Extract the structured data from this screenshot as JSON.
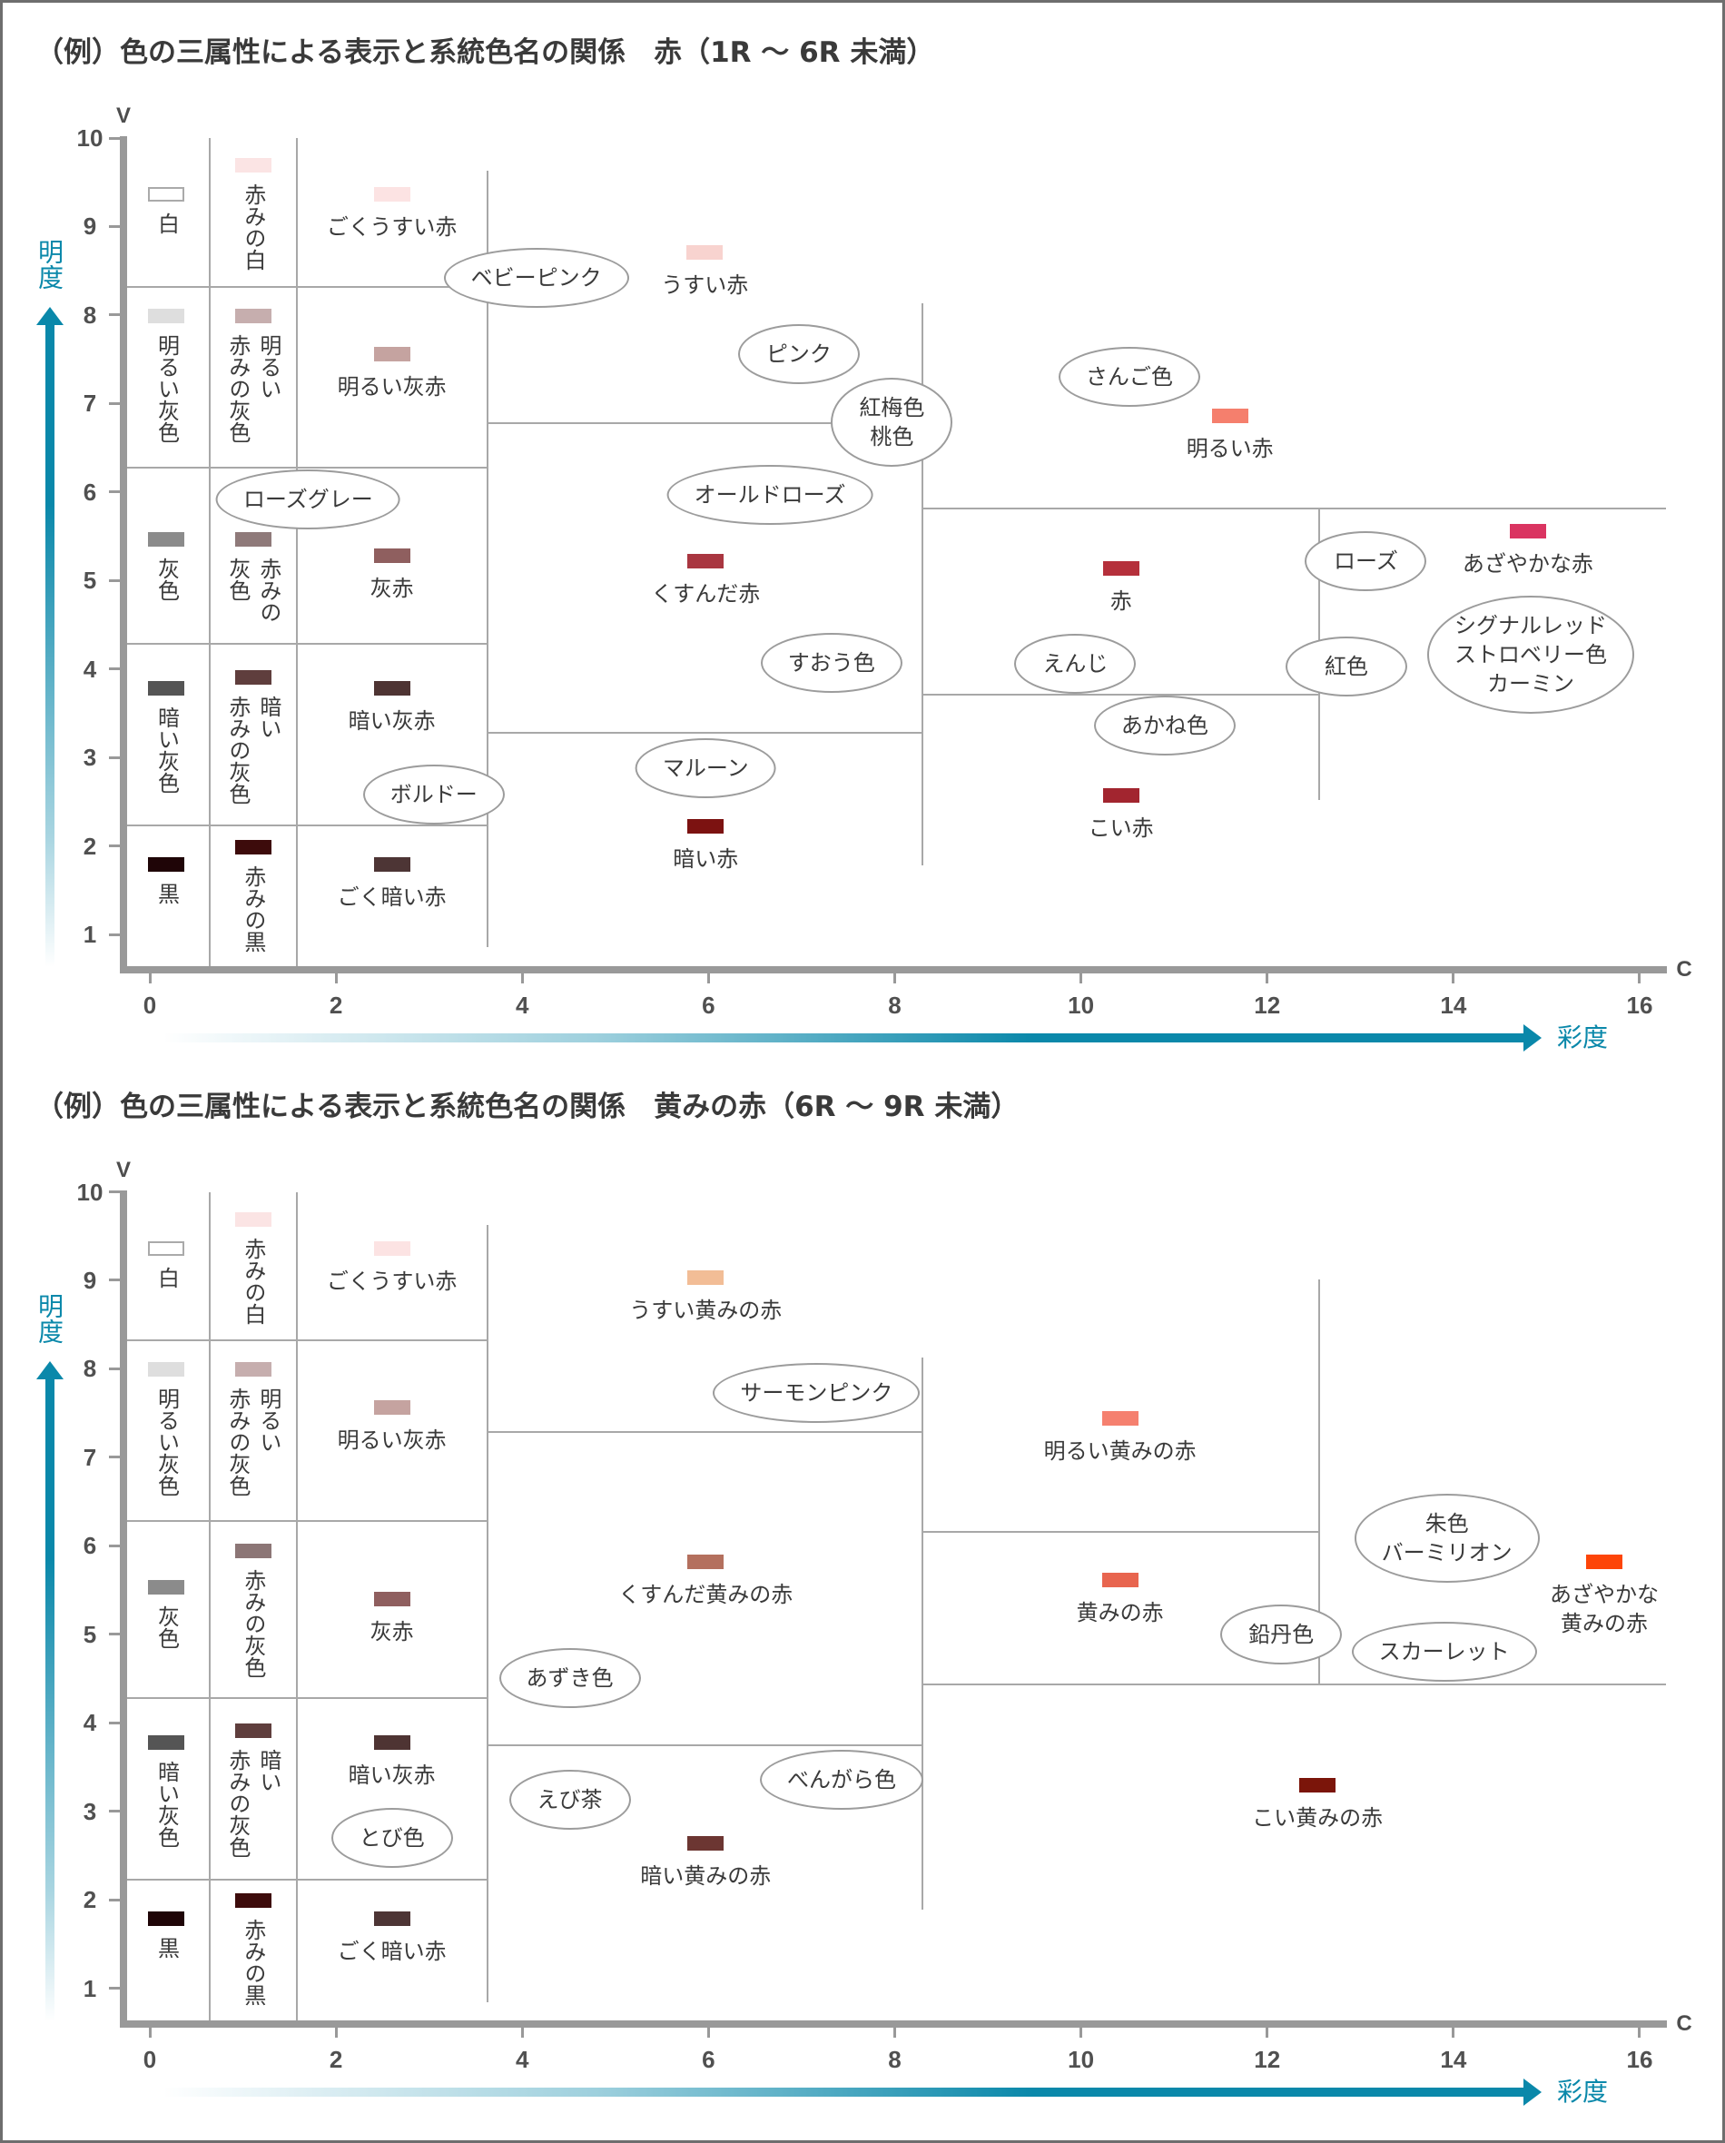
{
  "colors": {
    "accent": "#0a88aa",
    "axis": "#999999",
    "region_line": "#a8a8a8",
    "label_text": "#3a3a3a",
    "ellipse_border": "#9c9c9c",
    "page_border": "#6e6e6e"
  },
  "chart_data": [
    {
      "type": "scatter",
      "title": "（例）色の三属性による表示と系統色名の関係　赤（1R ～ 6R 未満）",
      "xlabel": "彩度",
      "ylabel": "明度",
      "x_axis": {
        "symbol": "C",
        "name": "彩度",
        "ticks": [
          0,
          2,
          4,
          6,
          8,
          10,
          12,
          14,
          16
        ],
        "range": [
          -0.28,
          16.28
        ]
      },
      "y_axis": {
        "symbol": "V",
        "name": "明度",
        "ticks": [
          1,
          2,
          3,
          4,
          5,
          6,
          7,
          8,
          9,
          10
        ],
        "range": [
          0.61,
          10
        ]
      },
      "grid": false,
      "region_boundaries": [
        {
          "orient": "v",
          "c": 0.64,
          "v_from": null,
          "v_to": 10
        },
        {
          "orient": "v",
          "c": 1.58,
          "v_from": null,
          "v_to": 10
        },
        {
          "orient": "v",
          "c": 3.63,
          "v_from": 0.86,
          "v_to": 9.63
        },
        {
          "orient": "v",
          "c": 8.3,
          "v_from": 1.78,
          "v_to": 8.13
        },
        {
          "orient": "v",
          "c": 12.56,
          "v_from": 2.52,
          "v_to": 5.81
        },
        {
          "orient": "h",
          "v": 8.32,
          "c_from": null,
          "c_to": 3.63
        },
        {
          "orient": "h",
          "v": 6.28,
          "c_from": null,
          "c_to": 3.63
        },
        {
          "orient": "h",
          "v": 4.28,
          "c_from": null,
          "c_to": 3.63
        },
        {
          "orient": "h",
          "v": 2.23,
          "c_from": null,
          "c_to": 3.63
        },
        {
          "orient": "h",
          "v": 6.78,
          "c_from": 3.63,
          "c_to": 8.3
        },
        {
          "orient": "h",
          "v": 3.28,
          "c_from": 3.63,
          "c_to": 8.3
        },
        {
          "orient": "h",
          "v": 5.81,
          "c_from": 8.3,
          "c_to": 16.28
        },
        {
          "orient": "h",
          "v": 3.71,
          "c_from": 8.3,
          "c_to": 12.56
        }
      ],
      "systematic_colors": [
        {
          "name": "白",
          "c": 0.18,
          "v": 9.36,
          "color": "#ffffff"
        },
        {
          "name": "明るい灰色",
          "c": 0.18,
          "v": 7.99,
          "color": "#dedede"
        },
        {
          "name": "灰色",
          "c": 0.18,
          "v": 5.46,
          "color": "#8b8b8b"
        },
        {
          "name": "暗い灰色",
          "c": 0.18,
          "v": 3.78,
          "color": "#555555"
        },
        {
          "name": "黒",
          "c": 0.18,
          "v": 1.79,
          "color": "#1f0507"
        },
        {
          "name": "赤みの白",
          "c": 1.11,
          "v": 9.69,
          "color": "#fbe4e4"
        },
        {
          "name": "明るい\n赤みの灰色",
          "c": 1.11,
          "v": 7.99,
          "color": "#c6aeae"
        },
        {
          "name": "赤みの\n灰色",
          "c": 1.11,
          "v": 5.46,
          "color": "#8f7a7a"
        },
        {
          "name": "暗い\n赤みの灰色",
          "c": 1.11,
          "v": 3.9,
          "color": "#5f3e3d"
        },
        {
          "name": "赤みの黒",
          "c": 1.11,
          "v": 1.99,
          "color": "#3d0b0b"
        },
        {
          "name": "ごくうすい赤",
          "c": 2.6,
          "v": 9.36,
          "color": "#fce3e3"
        },
        {
          "name": "明るい灰赤",
          "c": 2.6,
          "v": 7.56,
          "color": "#c5a3a0"
        },
        {
          "name": "灰赤",
          "c": 2.6,
          "v": 5.28,
          "color": "#8f5f5f"
        },
        {
          "name": "暗い灰赤",
          "c": 2.6,
          "v": 3.78,
          "color": "#4e3433"
        },
        {
          "name": "ごく暗い赤",
          "c": 2.6,
          "v": 1.79,
          "color": "#4d3535"
        },
        {
          "name": "うすい赤",
          "c": 5.96,
          "v": 8.71,
          "color": "#f8d3cf"
        },
        {
          "name": "くすんだ赤",
          "c": 5.97,
          "v": 5.22,
          "color": "#a93640"
        },
        {
          "name": "暗い赤",
          "c": 5.97,
          "v": 2.22,
          "color": "#7c1211"
        },
        {
          "name": "明るい赤",
          "c": 11.6,
          "v": 6.86,
          "color": "#f57f6d"
        },
        {
          "name": "赤",
          "c": 10.43,
          "v": 5.14,
          "color": "#b5303b"
        },
        {
          "name": "こい赤",
          "c": 10.43,
          "v": 2.57,
          "color": "#a2252f"
        },
        {
          "name": "あざやかな赤",
          "c": 14.8,
          "v": 5.56,
          "color": "#da3461"
        }
      ],
      "traditional_colors": [
        {
          "name": "ベビーピンク",
          "c": 4.15,
          "v": 8.42
        },
        {
          "name": "ピンク",
          "c": 6.97,
          "v": 7.56
        },
        {
          "name": "紅梅色\n桃色",
          "c": 7.97,
          "v": 6.79
        },
        {
          "name": "ローズグレー",
          "c": 1.7,
          "v": 5.92
        },
        {
          "name": "オールドローズ",
          "c": 6.66,
          "v": 5.97
        },
        {
          "name": "すおう色",
          "c": 7.32,
          "v": 4.07
        },
        {
          "name": "マルーン",
          "c": 5.97,
          "v": 2.88
        },
        {
          "name": "ボルドー",
          "c": 3.05,
          "v": 2.58
        },
        {
          "name": "さんご色",
          "c": 10.52,
          "v": 7.3
        },
        {
          "name": "ローズ",
          "c": 13.06,
          "v": 5.22
        },
        {
          "name": "えんじ",
          "c": 9.94,
          "v": 4.06
        },
        {
          "name": "紅色",
          "c": 12.85,
          "v": 4.03
        },
        {
          "name": "あかね色",
          "c": 10.9,
          "v": 3.36
        },
        {
          "name": "シグナルレッド\nストロベリー色\nカーミン",
          "c": 14.83,
          "v": 4.16
        }
      ]
    },
    {
      "type": "scatter",
      "title": "（例）色の三属性による表示と系統色名の関係　黄みの赤（6R ～ 9R 未満）",
      "xlabel": "彩度",
      "ylabel": "明度",
      "x_axis": {
        "symbol": "C",
        "name": "彩度",
        "ticks": [
          0,
          2,
          4,
          6,
          8,
          10,
          12,
          14,
          16
        ],
        "range": [
          -0.28,
          16.28
        ]
      },
      "y_axis": {
        "symbol": "V",
        "name": "明度",
        "ticks": [
          1,
          2,
          3,
          4,
          5,
          6,
          7,
          8,
          9,
          10
        ],
        "range": [
          0.61,
          10
        ]
      },
      "grid": false,
      "region_boundaries": [
        {
          "orient": "v",
          "c": 0.64,
          "v_from": null,
          "v_to": 10
        },
        {
          "orient": "v",
          "c": 1.58,
          "v_from": null,
          "v_to": 10
        },
        {
          "orient": "v",
          "c": 3.63,
          "v_from": 0.84,
          "v_to": 9.63
        },
        {
          "orient": "v",
          "c": 8.3,
          "v_from": 1.89,
          "v_to": 8.13
        },
        {
          "orient": "v",
          "c": 12.56,
          "v_from": 4.43,
          "v_to": 9.01
        },
        {
          "orient": "h",
          "v": 8.32,
          "c_from": null,
          "c_to": 3.63
        },
        {
          "orient": "h",
          "v": 6.28,
          "c_from": null,
          "c_to": 3.63
        },
        {
          "orient": "h",
          "v": 4.28,
          "c_from": null,
          "c_to": 3.63
        },
        {
          "orient": "h",
          "v": 2.23,
          "c_from": null,
          "c_to": 3.63
        },
        {
          "orient": "h",
          "v": 7.29,
          "c_from": 3.63,
          "c_to": 8.3
        },
        {
          "orient": "h",
          "v": 3.75,
          "c_from": 3.63,
          "c_to": 8.3
        },
        {
          "orient": "h",
          "v": 6.16,
          "c_from": 8.3,
          "c_to": 12.56
        },
        {
          "orient": "h",
          "v": 4.43,
          "c_from": 8.3,
          "c_to": 16.28
        }
      ],
      "systematic_colors": [
        {
          "name": "白",
          "c": 0.18,
          "v": 9.36,
          "color": "#ffffff"
        },
        {
          "name": "明るい灰色",
          "c": 0.18,
          "v": 7.99,
          "color": "#dedede"
        },
        {
          "name": "灰色",
          "c": 0.18,
          "v": 5.53,
          "color": "#8b8b8b"
        },
        {
          "name": "暗い灰色",
          "c": 0.18,
          "v": 3.78,
          "color": "#555555"
        },
        {
          "name": "黒",
          "c": 0.18,
          "v": 1.79,
          "color": "#1f0507"
        },
        {
          "name": "赤みの白",
          "c": 1.11,
          "v": 9.69,
          "color": "#fbe4e4"
        },
        {
          "name": "明るい\n赤みの灰色",
          "c": 1.11,
          "v": 7.99,
          "color": "#c6aeae"
        },
        {
          "name": "赤みの灰色",
          "c": 1.11,
          "v": 5.94,
          "color": "#8c7676"
        },
        {
          "name": "暗い\n赤みの灰色",
          "c": 1.11,
          "v": 3.91,
          "color": "#5f3e3d"
        },
        {
          "name": "赤みの黒",
          "c": 1.11,
          "v": 1.99,
          "color": "#3d0b0b"
        },
        {
          "name": "ごくうすい赤",
          "c": 2.6,
          "v": 9.36,
          "color": "#fce3e3"
        },
        {
          "name": "明るい灰赤",
          "c": 2.6,
          "v": 7.56,
          "color": "#c5a3a0"
        },
        {
          "name": "灰赤",
          "c": 2.6,
          "v": 5.4,
          "color": "#8f5f5f"
        },
        {
          "name": "暗い灰赤",
          "c": 2.6,
          "v": 3.78,
          "color": "#4e3433"
        },
        {
          "name": "ごく暗い赤",
          "c": 2.6,
          "v": 1.79,
          "color": "#4d3535"
        },
        {
          "name": "うすい黄みの赤",
          "c": 5.97,
          "v": 9.03,
          "color": "#f2bd96"
        },
        {
          "name": "くすんだ黄みの赤",
          "c": 5.97,
          "v": 5.82,
          "color": "#b4705e"
        },
        {
          "name": "暗い黄みの赤",
          "c": 5.97,
          "v": 2.64,
          "color": "#6c3632"
        },
        {
          "name": "明るい黄みの赤",
          "c": 10.42,
          "v": 7.44,
          "color": "#f5806f"
        },
        {
          "name": "黄みの赤",
          "c": 10.42,
          "v": 5.61,
          "color": "#e8654f"
        },
        {
          "name": "こい黄みの赤",
          "c": 12.54,
          "v": 3.29,
          "color": "#7b150a"
        },
        {
          "name": "あざやかな\n黄みの赤",
          "c": 15.62,
          "v": 5.82,
          "color": "#fd4508"
        }
      ],
      "traditional_colors": [
        {
          "name": "サーモンピンク",
          "c": 7.16,
          "v": 7.73
        },
        {
          "name": "あずき色",
          "c": 4.51,
          "v": 4.5
        },
        {
          "name": "えび茶",
          "c": 4.51,
          "v": 3.13
        },
        {
          "name": "べんがら色",
          "c": 7.43,
          "v": 3.36
        },
        {
          "name": "とび色",
          "c": 2.6,
          "v": 2.7
        },
        {
          "name": "鉛丹色",
          "c": 12.15,
          "v": 5.0
        },
        {
          "name": "朱色\nバーミリオン",
          "c": 13.93,
          "v": 6.09
        },
        {
          "name": "スカーレット",
          "c": 13.9,
          "v": 4.8
        }
      ]
    }
  ]
}
